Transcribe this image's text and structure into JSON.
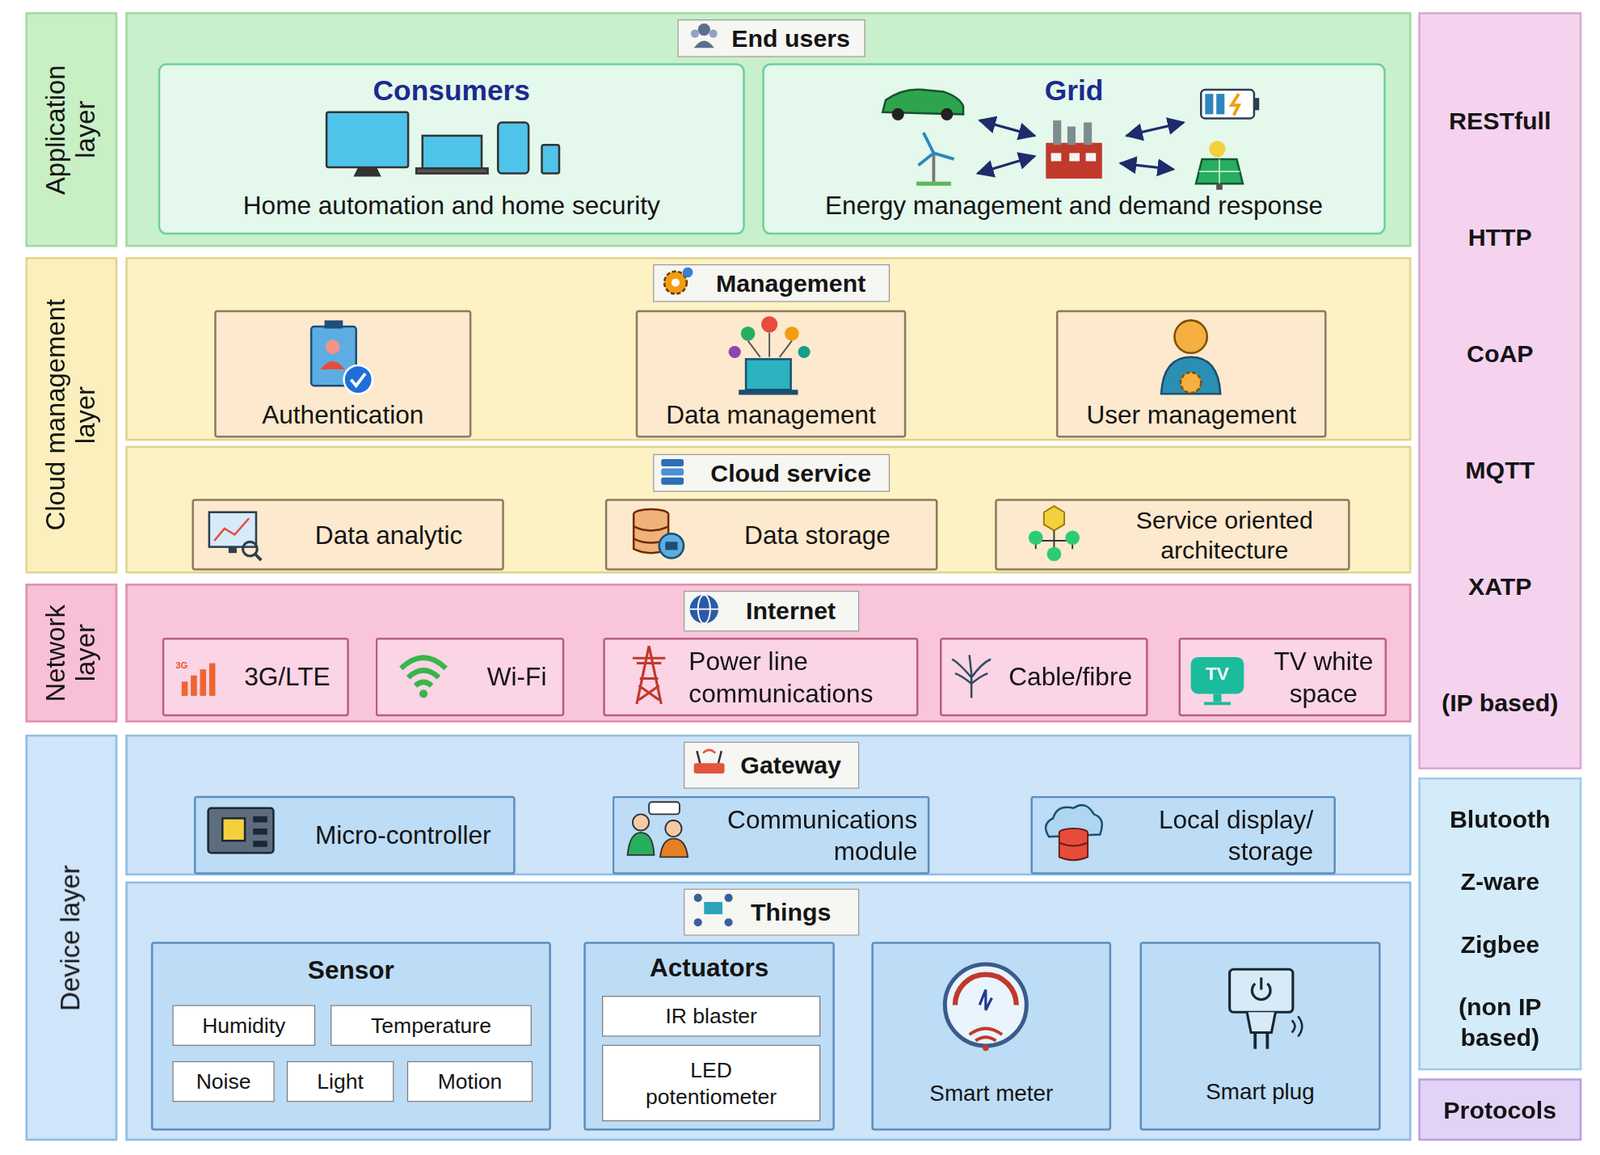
{
  "diagram": {
    "nodes": [
      {
        "text": [
          "Application layer"
        ]
      },
      {
        "text": [
          "End users"
        ]
      },
      {
        "text": [
          "Consumers",
          "Home automation and home security"
        ],
        "in": 1
      },
      {
        "text": [
          "Grid",
          "Energy management and demand response"
        ],
        "in": 1
      },
      {
        "text": [
          "Cloud management layer"
        ]
      },
      {
        "text": [
          "Management"
        ]
      },
      {
        "text": [
          "Authentication"
        ],
        "in": 5
      },
      {
        "text": [
          "Data management"
        ],
        "in": 5
      },
      {
        "text": [
          "User management"
        ],
        "in": 5
      },
      {
        "text": [
          "Cloud service"
        ]
      },
      {
        "text": [
          "Data analytic"
        ],
        "in": 9
      },
      {
        "text": [
          "Data storage"
        ],
        "in": 9
      },
      {
        "text": [
          "Service oriented architecture"
        ],
        "in": 9
      },
      {
        "text": [
          "Network layer"
        ]
      },
      {
        "text": [
          "Internet"
        ]
      },
      {
        "text": [
          "3G/LTE"
        ],
        "in": 14
      },
      {
        "text": [
          "Wi-Fi"
        ],
        "in": 14
      },
      {
        "text": [
          "Power line communications"
        ],
        "in": 14
      },
      {
        "text": [
          "Cable/fibre"
        ],
        "in": 14
      },
      {
        "text": [
          "TV white space"
        ],
        "in": 14
      },
      {
        "text": [
          "Device layer"
        ]
      },
      {
        "text": [
          "Gateway"
        ]
      },
      {
        "text": [
          "Micro-controller"
        ],
        "in": 21
      },
      {
        "text": [
          "Communications module"
        ],
        "in": 21
      },
      {
        "text": [
          "Local display/ storage"
        ],
        "in": 21
      },
      {
        "text": [
          "Things"
        ]
      },
      {
        "text": [
          "Sensor"
        ],
        "in": 25
      },
      {
        "text": [
          "Humidity"
        ],
        "in": 26
      },
      {
        "text": [
          "Temperature"
        ],
        "in": 26
      },
      {
        "text": [
          "Noise"
        ],
        "in": 26
      },
      {
        "text": [
          "Light"
        ],
        "in": 26
      },
      {
        "text": [
          "Motion"
        ],
        "in": 26
      },
      {
        "text": [
          "Actuators"
        ],
        "in": 25
      },
      {
        "text": [
          "IR blaster"
        ],
        "in": 32
      },
      {
        "text": [
          "LED potentiometer"
        ],
        "in": 32
      },
      {
        "text": [
          "Smart meter"
        ],
        "in": 25
      },
      {
        "text": [
          "Smart plug"
        ],
        "in": 25
      },
      {
        "text": [
          "RESTfull",
          "HTTP",
          "CoAP",
          "MQTT",
          "XATP",
          "(IP based)"
        ]
      },
      {
        "text": [
          "Blutooth",
          "Z-ware",
          "Zigbee",
          "(non IP based)"
        ]
      },
      {
        "text": [
          "Protocols"
        ]
      }
    ],
    "labels": [
      "3G",
      "TV"
    ]
  }
}
